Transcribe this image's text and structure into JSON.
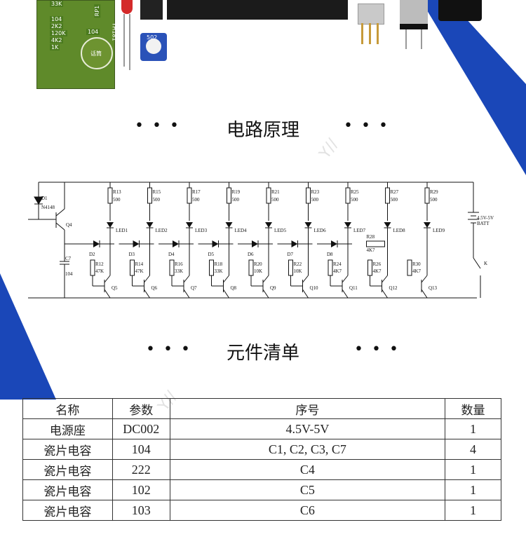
{
  "photos": {
    "pcb_labels": [
      "33K",
      "104",
      "2K2",
      "120K",
      "4K2",
      "1K",
      "RP1",
      "104",
      "话筒",
      "YH181"
    ],
    "pot_label": "502"
  },
  "sections": {
    "circuit_title": "电路原理",
    "parts_title": "元件清单"
  },
  "schematic": {
    "left_parts": [
      "D1",
      "N4148",
      "Q4",
      "C7",
      "104"
    ],
    "resistor_top": [
      {
        "name": "R13",
        "value": "500"
      },
      {
        "name": "R15",
        "value": "500"
      },
      {
        "name": "R17",
        "value": "500"
      },
      {
        "name": "R19",
        "value": "500"
      },
      {
        "name": "R21",
        "value": "500"
      },
      {
        "name": "R23",
        "value": "500"
      },
      {
        "name": "R25",
        "value": "500"
      },
      {
        "name": "R27",
        "value": "500"
      },
      {
        "name": "R29",
        "value": "500"
      }
    ],
    "leds": [
      "LED1",
      "LED2",
      "LED3",
      "LED4",
      "LED5",
      "LED6",
      "LED7",
      "LED8",
      "LED9"
    ],
    "diodes": [
      "D2",
      "D3",
      "D4",
      "D5",
      "D6",
      "D7",
      "D8"
    ],
    "resistor_bottom": [
      {
        "name": "R12",
        "value": "47K"
      },
      {
        "name": "R14",
        "value": "47K"
      },
      {
        "name": "R16",
        "value": "33K"
      },
      {
        "name": "R18",
        "value": "33K"
      },
      {
        "name": "R20",
        "value": "10K"
      },
      {
        "name": "R22",
        "value": "10K"
      },
      {
        "name": "R24",
        "value": "4K7"
      },
      {
        "name": "R26",
        "value": "4K7"
      },
      {
        "name": "R30",
        "value": "4K7"
      }
    ],
    "r28": {
      "name": "R28",
      "value": "4K7"
    },
    "transistors": [
      "Q5",
      "Q6",
      "Q7",
      "Q8",
      "Q9",
      "Q10",
      "Q11",
      "Q12",
      "Q13"
    ],
    "battery": "4.5V-5V",
    "battery_label": "BATT",
    "switch": "K"
  },
  "table": {
    "headers": [
      "名称",
      "参数",
      "序号",
      "数量"
    ],
    "rows": [
      [
        "电源座",
        "DC002",
        "4.5V-5V",
        "1"
      ],
      [
        "瓷片电容",
        "104",
        "C1, C2, C3, C7",
        "4"
      ],
      [
        "瓷片电容",
        "222",
        "C4",
        "1"
      ],
      [
        "瓷片电容",
        "102",
        "C5",
        "1"
      ],
      [
        "瓷片电容",
        "103",
        "C6",
        "1"
      ]
    ]
  },
  "colors": {
    "accent_blue": "#1a47b8",
    "pcb_green": "#5f8a2a"
  }
}
